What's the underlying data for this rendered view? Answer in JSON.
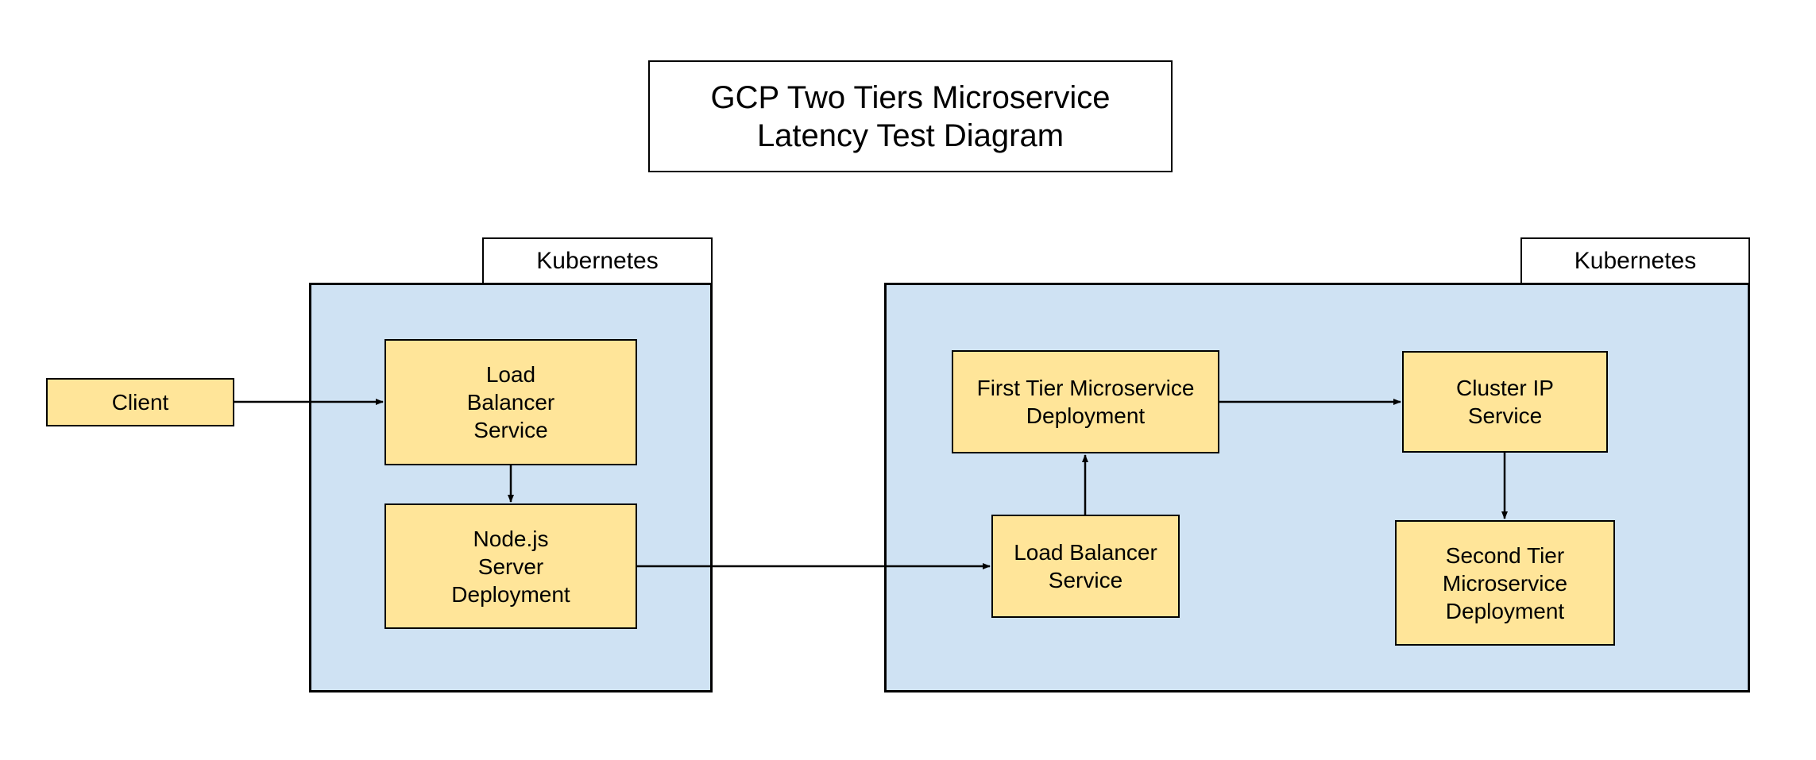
{
  "diagram": {
    "title": "GCP Two Tiers Microservice\nLatency Test Diagram",
    "clusters": [
      {
        "id": "cluster-left",
        "label": "Kubernetes"
      },
      {
        "id": "cluster-right",
        "label": "Kubernetes"
      }
    ],
    "nodes": {
      "client": "Client",
      "lb1": "Load\nBalancer\nService",
      "nodejs": "Node.js\nServer\nDeployment",
      "first_tier": "First Tier Microservice\nDeployment",
      "lb2": "Load Balancer\nService",
      "cluster_ip": "Cluster IP\nService",
      "second_tier": "Second Tier\nMicroservice\nDeployment"
    },
    "edges": [
      {
        "from": "client",
        "to": "lb1"
      },
      {
        "from": "lb1",
        "to": "nodejs"
      },
      {
        "from": "nodejs",
        "to": "lb2"
      },
      {
        "from": "lb2",
        "to": "first_tier"
      },
      {
        "from": "first_tier",
        "to": "cluster_ip"
      },
      {
        "from": "cluster_ip",
        "to": "second_tier"
      }
    ],
    "colors": {
      "cluster_fill": "#cfe2f3",
      "node_fill": "#ffe599",
      "stroke": "#000000"
    }
  }
}
